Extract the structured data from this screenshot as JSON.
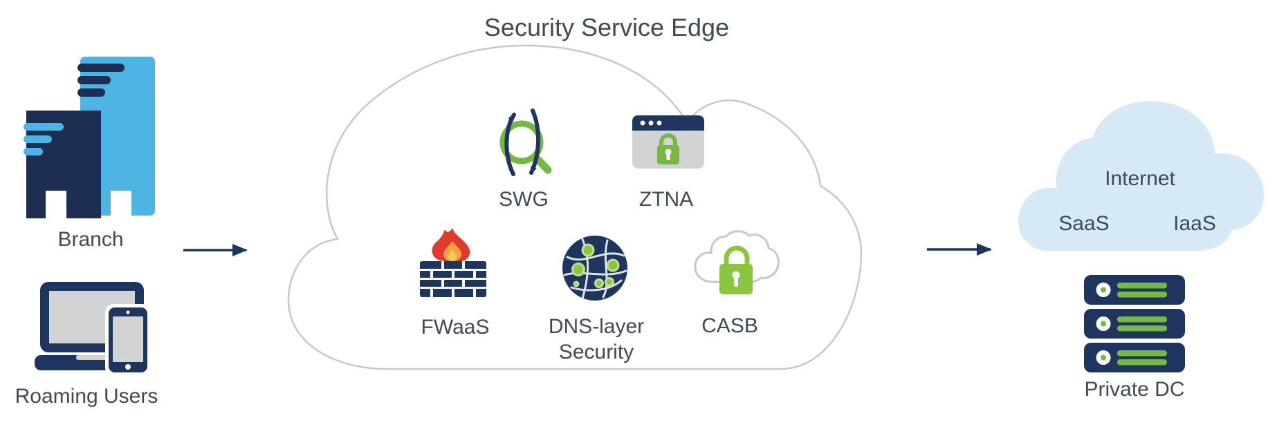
{
  "palette": {
    "navy": "#1e3560",
    "navy_deep": "#1d2e52",
    "light_blue": "#4db4e4",
    "green": "#76b843",
    "green_light": "#8bc63f",
    "flame_red": "#e23a2c",
    "flame_orange": "#f2a43d",
    "flame_yellow": "#f7c85c",
    "screen_gray": "#d2d3d5",
    "cloud_stroke": "#c7c8ca",
    "internet_cloud_fill": "#d5e9f6",
    "net_line": "#dde3e9",
    "node_ring": "#c3e09b",
    "text": "#3e4a57"
  },
  "sources": {
    "branch": {
      "label": "Branch",
      "icon": "office-buildings-icon"
    },
    "roaming_users": {
      "label": "Roaming Users",
      "icon": "laptop-and-phone-icon"
    }
  },
  "sse": {
    "title": "Security Service Edge",
    "services": [
      {
        "id": "swg",
        "label": "SWG",
        "icon": "traffic-inspection-magnifier-icon"
      },
      {
        "id": "ztna",
        "label": "ZTNA",
        "icon": "secure-browser-window-icon"
      },
      {
        "id": "fwaas",
        "label": "FWaaS",
        "icon": "firewall-brick-flame-icon"
      },
      {
        "id": "dns_security",
        "label_line1": "DNS-layer",
        "label_line2": "Security",
        "icon": "network-globe-icon"
      },
      {
        "id": "casb",
        "label": "CASB",
        "icon": "cloud-padlock-icon"
      }
    ]
  },
  "destinations": {
    "internet": {
      "label": "Internet",
      "items": [
        "SaaS",
        "IaaS"
      ],
      "icon": "internet-cloud-icon"
    },
    "private_dc": {
      "label": "Private DC",
      "icon": "server-stack-icon"
    }
  }
}
